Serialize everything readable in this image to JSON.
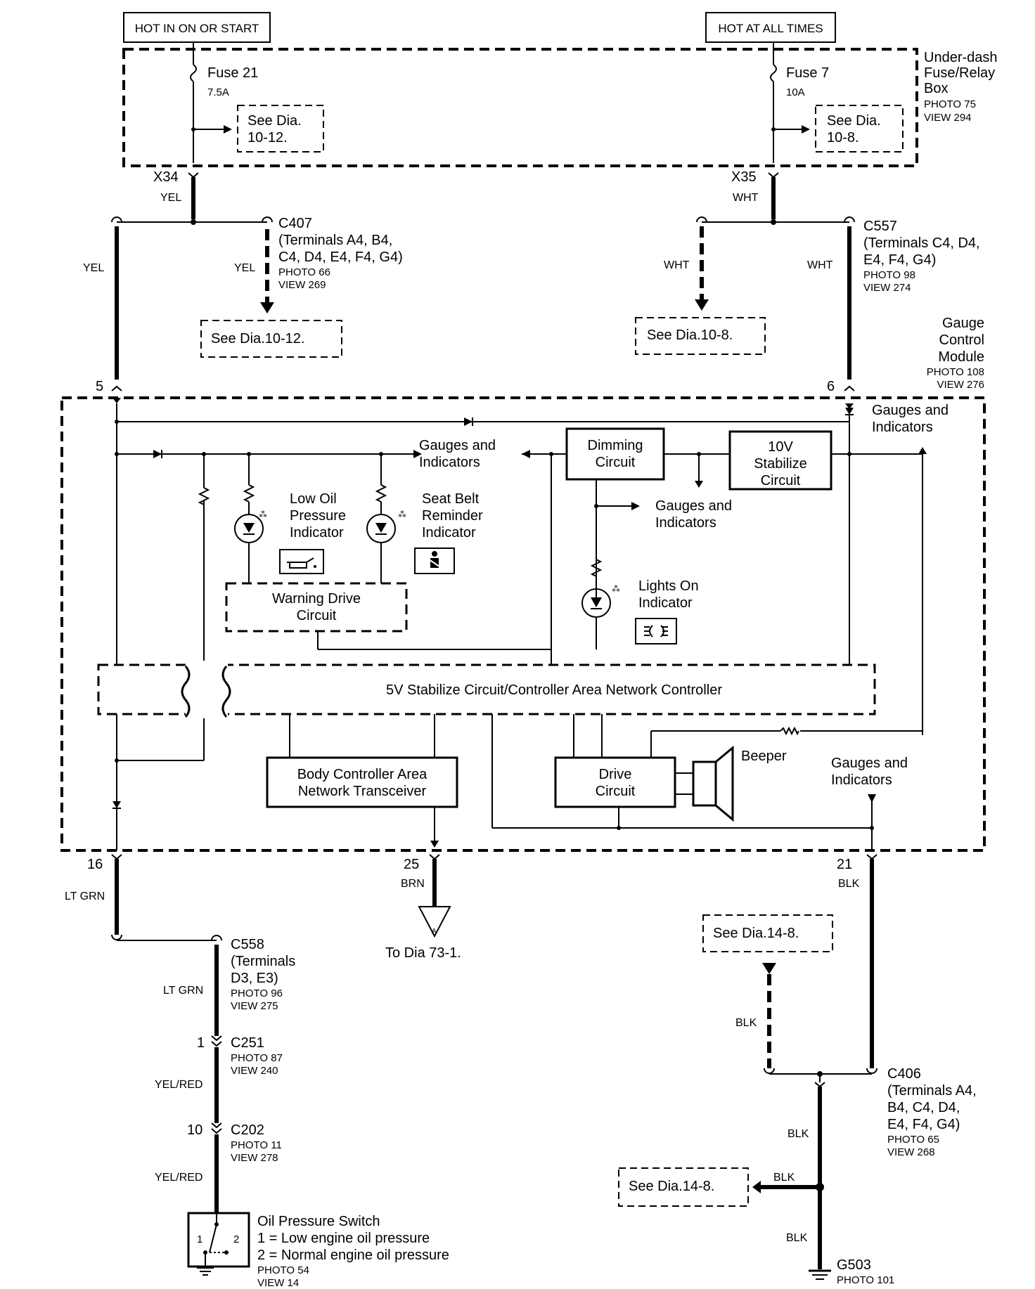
{
  "headers": {
    "hot_in_on": "HOT IN ON OR START",
    "hot_at_all": "HOT AT ALL TIMES"
  },
  "fuse_box": {
    "name_l1": "Under-dash",
    "name_l2": "Fuse/Relay",
    "name_l3": "Box",
    "photo": "PHOTO 75",
    "view": "VIEW 294",
    "fuse21_name": "Fuse 21",
    "fuse21_rating": "7.5A",
    "fuse7_name": "Fuse 7",
    "fuse7_rating": "10A",
    "ref_left_l1": "See Dia.",
    "ref_left_l2": "10-12.",
    "ref_right_l1": "See Dia.",
    "ref_right_l2": "10-8.",
    "x34": "X34",
    "x35": "X35"
  },
  "wires": {
    "yel": "YEL",
    "wht": "WHT",
    "lt_grn": "LT GRN",
    "brn": "BRN",
    "blk": "BLK",
    "yel_red": "YEL/RED"
  },
  "c407": {
    "name": "C407",
    "l1": "(Terminals A4, B4,",
    "l2": "C4, D4, E4, F4, G4)",
    "photo": "PHOTO 66",
    "view": "VIEW 269",
    "ref": "See Dia.10-12."
  },
  "c557": {
    "name": "C557",
    "l1": "(Terminals C4, D4,",
    "l2": "E4, F4, G4)",
    "photo": "PHOTO 98",
    "view": "VIEW 274",
    "ref": "See Dia.10-8."
  },
  "gcm": {
    "name_l1": "Gauge",
    "name_l2": "Control",
    "name_l3": "Module",
    "photo": "PHOTO 108",
    "view": "VIEW 276",
    "pin5": "5",
    "pin6": "6",
    "pin16": "16",
    "pin25": "25",
    "pin21": "21",
    "gauges_a_l1": "Gauges and",
    "gauges_a_l2": "Indicators",
    "gauges_b_l1": "Gauges and",
    "gauges_b_l2": "Indicators",
    "gauges_c_l1": "Gauges and",
    "gauges_c_l2": "Indicators",
    "gauges_d_l1": "Gauges and",
    "gauges_d_l2": "Indicators",
    "dimming_l1": "Dimming",
    "dimming_l2": "Circuit",
    "stab10_l1": "10V",
    "stab10_l2": "Stabilize",
    "stab10_l3": "Circuit",
    "low_oil_l1": "Low Oil",
    "low_oil_l2": "Pressure",
    "low_oil_l3": "Indicator",
    "seat_belt_l1": "Seat Belt",
    "seat_belt_l2": "Reminder",
    "seat_belt_l3": "Indicator",
    "lights_on_l1": "Lights On",
    "lights_on_l2": "Indicator",
    "warning_l1": "Warning Drive",
    "warning_l2": "Circuit",
    "can_ctrl": "5V Stabilize Circuit/Controller Area Network Controller",
    "body_can_l1": "Body Controller Area",
    "body_can_l2": "Network Transceiver",
    "drive_l1": "Drive",
    "drive_l2": "Circuit",
    "beeper": "Beeper"
  },
  "to_dia": "To Dia 73-1.",
  "c558": {
    "name": "C558",
    "l1": "(Terminals",
    "l2": "D3, E3)",
    "photo": "PHOTO 96",
    "view": "VIEW 275"
  },
  "c251": {
    "pin": "1",
    "name": "C251",
    "photo": "PHOTO 87",
    "view": "VIEW 240"
  },
  "c202": {
    "pin": "10",
    "name": "C202",
    "photo": "PHOTO 11",
    "view": "VIEW 278"
  },
  "oil_switch": {
    "name": "Oil Pressure Switch",
    "l1": "1 = Low engine oil pressure",
    "l2": "2 = Normal engine oil pressure",
    "photo": "PHOTO 54",
    "view": "VIEW 14",
    "t1": "1",
    "t2": "2"
  },
  "ref_148_a": "See Dia.14-8.",
  "ref_148_b": "See Dia.14-8.",
  "c406": {
    "name": "C406",
    "l1": "(Terminals A4,",
    "l2": "B4, C4, D4,",
    "l3": "E4, F4, G4)",
    "photo": "PHOTO 65",
    "view": "VIEW 268"
  },
  "g503": {
    "name": "G503",
    "photo": "PHOTO 101"
  }
}
